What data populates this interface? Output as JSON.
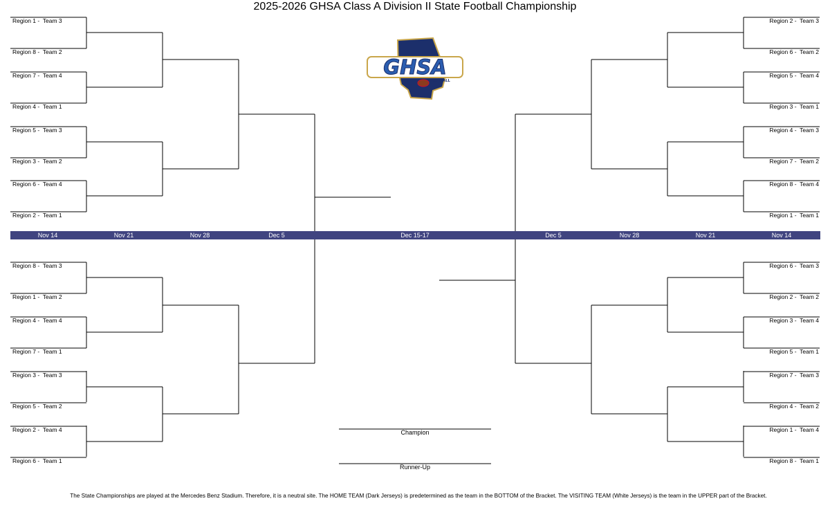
{
  "title": "2025-2026 GHSA Class A Division II State Football Championship",
  "logo": {
    "text": "GHSA",
    "subtext": "FOOTBALL",
    "colors": {
      "navy": "#1c2f6b",
      "blue": "#2a5db0",
      "gold": "#c9a64a",
      "red": "#c8102e"
    }
  },
  "colors": {
    "date_bar": "#404480",
    "line": "#000000"
  },
  "left_upper": [
    "Region 1 -  Team 3",
    "Region 8 -  Team 2",
    "Region 7 -  Team 4",
    "Region 4 -  Team 1",
    "Region 5 -  Team 3",
    "Region 3 -  Team 2",
    "Region 6 -  Team 4",
    "Region 2 -  Team 1"
  ],
  "left_lower": [
    "Region 8 -  Team 3",
    "Region 1 -  Team 2",
    "Region 4 -  Team 4",
    "Region 7 -  Team 1",
    "Region 3 -  Team 3",
    "Region 5 -  Team 2",
    "Region 2 -  Team 4",
    "Region 6 -  Team 1"
  ],
  "right_upper": [
    "Region 2 -  Team 3",
    "Region 6 -  Team 2",
    "Region 5 -  Team 4",
    "Region 3 -  Team 1",
    "Region 4 -  Team 3",
    "Region 7 -  Team 2",
    "Region 8 -  Team 4",
    "Region 1 -  Team 1"
  ],
  "right_lower": [
    "Region 6 -  Team 3",
    "Region 2 -  Team 2",
    "Region 3 -  Team 4",
    "Region 5 -  Team 1",
    "Region 7 -  Team 3",
    "Region 4 -  Team 2",
    "Region 1 -  Team 4",
    "Region 8 -  Team 1"
  ],
  "dates": [
    "Nov 14",
    "Nov 21",
    "Nov 28",
    "Dec 5",
    "Dec 15-17",
    "Dec 5",
    "Nov 28",
    "Nov 21",
    "Nov 14"
  ],
  "champion_label": "Champion",
  "runner_up_label": "Runner-Up",
  "footnote": "The State Championships are played at the Mercedes Benz Stadium. Therefore, it is a neutral site. The HOME TEAM (Dark Jerseys) is predetermined as the team in the BOTTOM of the Bracket. The VISITING TEAM (White Jerseys) is the team in the UPPER part of the Bracket."
}
